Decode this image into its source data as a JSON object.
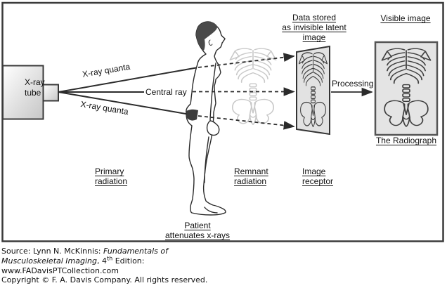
{
  "figure": {
    "tube": {
      "line1": "X-ray",
      "line2": "tube"
    },
    "rays": {
      "quanta_top": "X-ray quanta",
      "central": "Central ray",
      "quanta_bottom": "X-ray quanta"
    },
    "stage_labels": {
      "primary": {
        "line1": "Primary",
        "line2": "radiation"
      },
      "patient": {
        "line1": "Patient",
        "line2": "attenuates x-rays"
      },
      "remnant": {
        "line1": "Remnant",
        "line2": "radiation"
      },
      "receptor": {
        "line1": "Image",
        "line2": "receptor"
      },
      "data_stored": {
        "line1": "Data stored",
        "line2": "as invisible latent",
        "line3": "image"
      },
      "visible_image": "Visible image",
      "processing": "Processing",
      "radiograph": "The Radiograph"
    },
    "colors": {
      "frame_border": "#3a3a3a",
      "line": "#2b2b2b",
      "ghost_skeleton": "#c9c9c9",
      "receptor_fill": "#e2e2e2",
      "radiograph_fill": "#e4e4e4",
      "hair": "#4a4a4a"
    }
  },
  "source": {
    "line1_normal": "Source: Lynn N. McKinnis: ",
    "line1_italic": "Fundamentals of",
    "line2_italic": "Musculoskeletal Imaging",
    "line2_normal": ", 4",
    "line2_superscript": "th",
    "line2_tail": " Edition:",
    "line3": "www.FADavisPTCollection.com",
    "line4": "Copyright © F. A. Davis Company. All rights reserved."
  }
}
